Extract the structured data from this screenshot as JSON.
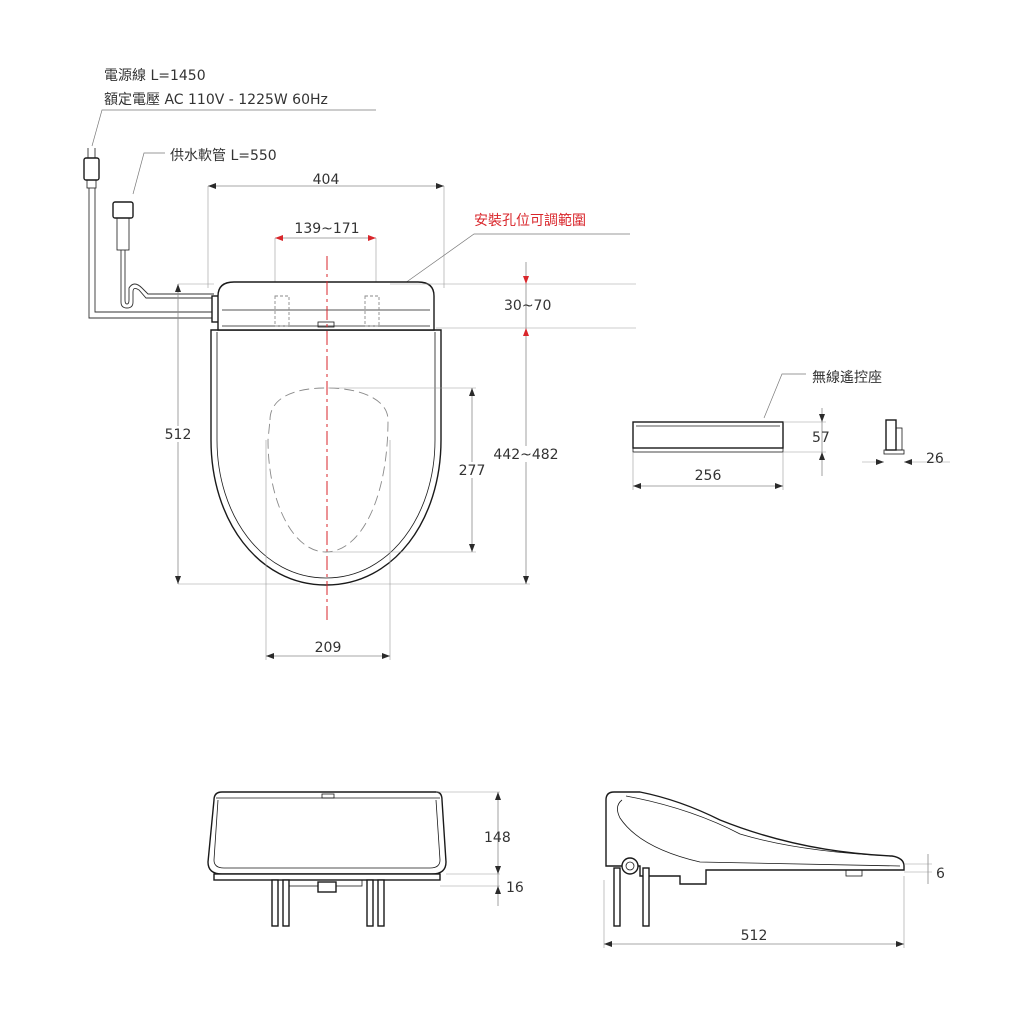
{
  "labels": {
    "power_cord": "電源線 L=1450",
    "rated_voltage": "額定電壓 AC 110V - 1225W 60Hz",
    "water_hose": "供水軟管 L=550",
    "adjustable_mount": "安裝孔位可調範圍",
    "remote_holder": "無線遙控座"
  },
  "dimensions": {
    "top_width": "404",
    "hole_spacing": "139~171",
    "hole_offset": "30~70",
    "overall_length": "512",
    "seat_length": "442~482",
    "opening_length": "277",
    "opening_width": "209",
    "holder_width": "256",
    "holder_height": "57",
    "holder_depth": "26",
    "front_height": "148",
    "front_base": "16",
    "side_length": "512",
    "side_thickness": "6"
  },
  "colors": {
    "accent": "#d9262b",
    "line": "#1a1a1a",
    "dimension": "#8a8a8a"
  }
}
